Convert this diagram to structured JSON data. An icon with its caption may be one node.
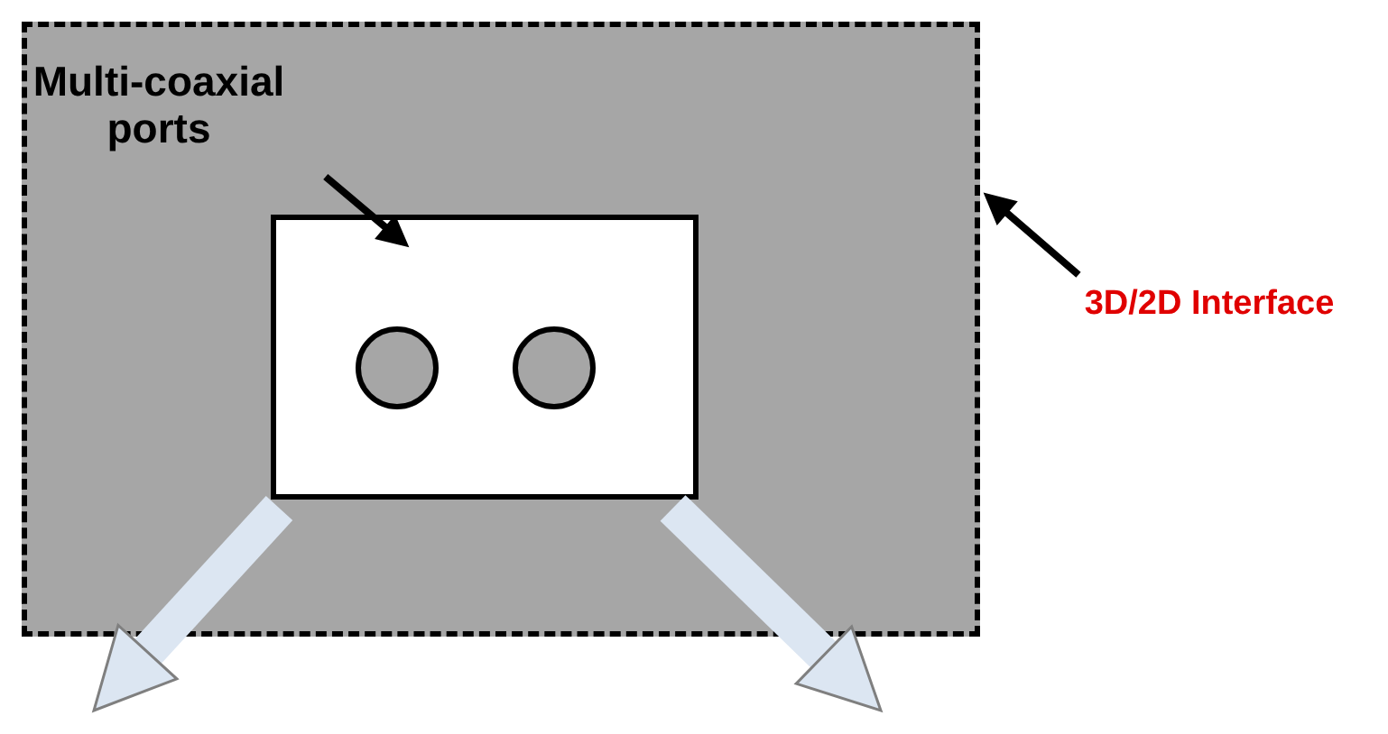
{
  "diagram": {
    "nodes": [
      {
        "text": [],
        "shape": "box"
      },
      {
        "text": [],
        "shape": "box",
        "in": 0
      },
      {
        "text": [],
        "shape": "circle",
        "in": 1
      },
      {
        "text": [],
        "shape": "circle",
        "in": 1
      },
      {
        "text": [
          "Multi-coaxial ports"
        ],
        "in": 0
      },
      {
        "text": [
          "3D/2D Interface"
        ]
      }
    ],
    "edges": [
      {
        "from": 4,
        "to": 1,
        "arrow": "to"
      },
      {
        "from": 5,
        "to": 0,
        "arrow": "to"
      },
      {
        "from": 1,
        "to": null,
        "arrow": "to",
        "style": "thick",
        "color": "#dce6f2"
      },
      {
        "from": 1,
        "to": null,
        "arrow": "to",
        "style": "thick",
        "color": "#dce6f2"
      }
    ]
  }
}
